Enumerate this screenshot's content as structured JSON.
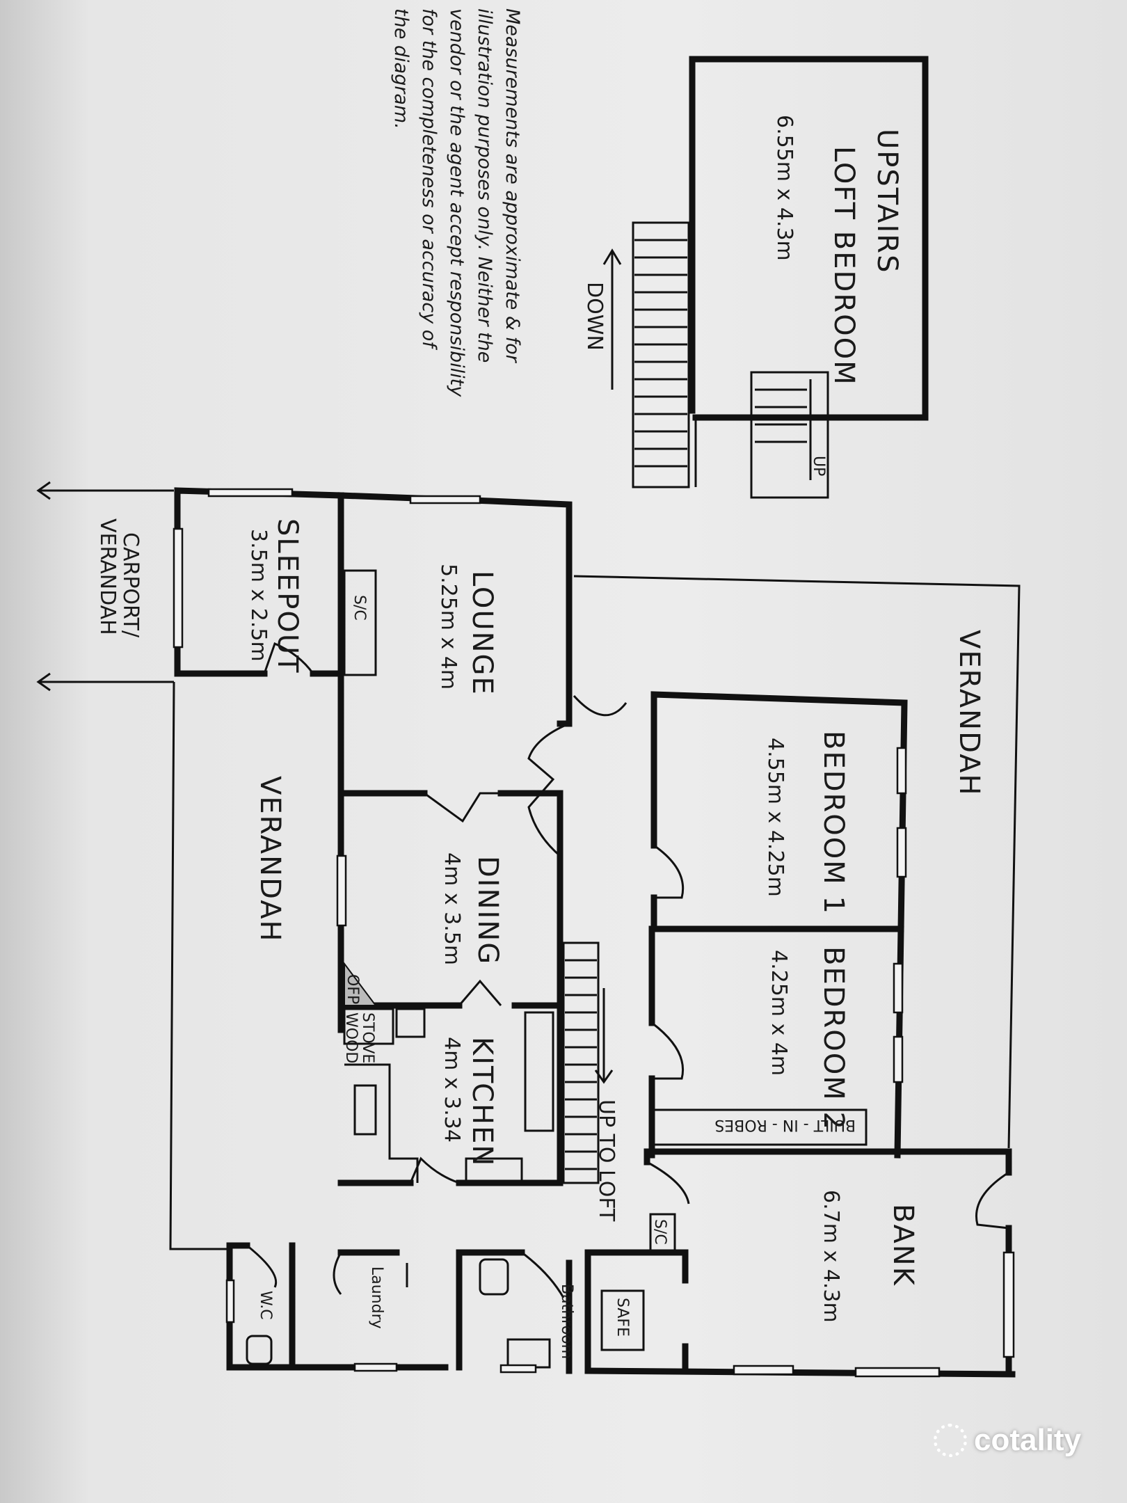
{
  "upstairs": {
    "title_line1": "UPSTAIRS",
    "title_line2": "LOFT BEDROOM",
    "dims": "6.55m x 4.3m",
    "stair_label": "DOWN",
    "up_label": "UP"
  },
  "note": {
    "lines": [
      "Measurements are approximate & for",
      "illustration purposes only. Neither the",
      "vendor or the agent accept responsibility",
      "for the completeness or accuracy of",
      "the diagram."
    ]
  },
  "carport": {
    "line1": "CARPORT/",
    "line2": "VERANDAH"
  },
  "rooms": {
    "sleepout": {
      "name": "SLEEPOUT",
      "dims": "3.5m x 2.5m"
    },
    "lounge": {
      "name": "LOUNGE",
      "dims": "5.25m x 4m",
      "sc": "S/C"
    },
    "dining": {
      "name": "DINING",
      "dims": "4m x 3.5m"
    },
    "kitchen": {
      "name": "KITCHEN",
      "dims": "4m x 3.34"
    },
    "bedroom1": {
      "name": "BEDROOM 1",
      "dims": "4.55m x 4.25m"
    },
    "bedroom2": {
      "name": "BEDROOM 2",
      "dims": "4.25m x 4m",
      "robes": "BUILT - IN - ROBES"
    },
    "bank": {
      "name": "BANK",
      "dims": "6.7m x 4.3m",
      "sc": "S/C",
      "safe": "SAFE"
    },
    "laundry": {
      "name": "Laundry"
    },
    "bathroom": {
      "name": "Bathroom"
    },
    "wc": {
      "name": "W.C"
    }
  },
  "verandah_left": "VERANDAH",
  "verandah_right": "VERANDAH",
  "stairs_label": "UP TO LOFT",
  "fixtures": {
    "ofp": "OFP",
    "wood_stove_1": "WOOD",
    "wood_stove_2": "STOVE"
  },
  "brand": "cotality"
}
